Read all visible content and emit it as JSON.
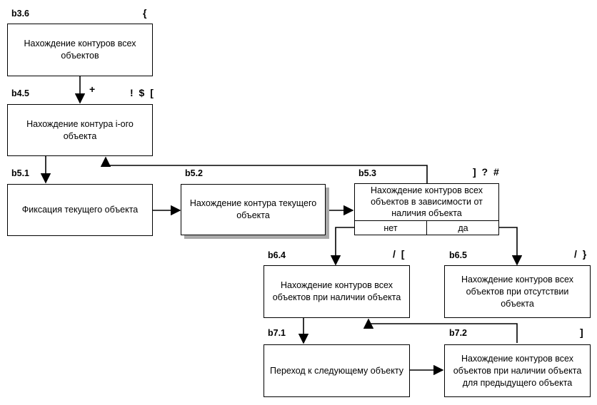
{
  "nodes": {
    "b36": {
      "id": "b3.6",
      "text": "Нахождение контуров всех объектов",
      "marker": "{"
    },
    "b45": {
      "id": "b4.5",
      "text": "Нахождение контура i-ого объекта",
      "marker": "! $ [",
      "marker_left": "+"
    },
    "b51": {
      "id": "b5.1",
      "text": "Фиксация текущего объекта"
    },
    "b52": {
      "id": "b5.2",
      "text": "Нахождение контура текущего объекта"
    },
    "b53": {
      "id": "b5.3",
      "text": "Нахождение контуров всех объектов в зависимости от наличия объекта",
      "marker": "] ? #",
      "branch_no": "нет",
      "branch_yes": "да"
    },
    "b64": {
      "id": "b6.4",
      "text": "Нахождение контуров всех объектов при наличии объекта",
      "marker": "/ ["
    },
    "b65": {
      "id": "b6.5",
      "text": "Нахождение контуров всех объектов при отсутствии объекта",
      "marker": "/ }"
    },
    "b71": {
      "id": "b7.1",
      "text": "Переход к следующему объекту"
    },
    "b72": {
      "id": "b7.2",
      "text": "Нахождение контуров всех объектов при наличии объекта для предыдущего объекта",
      "marker": "]"
    }
  }
}
